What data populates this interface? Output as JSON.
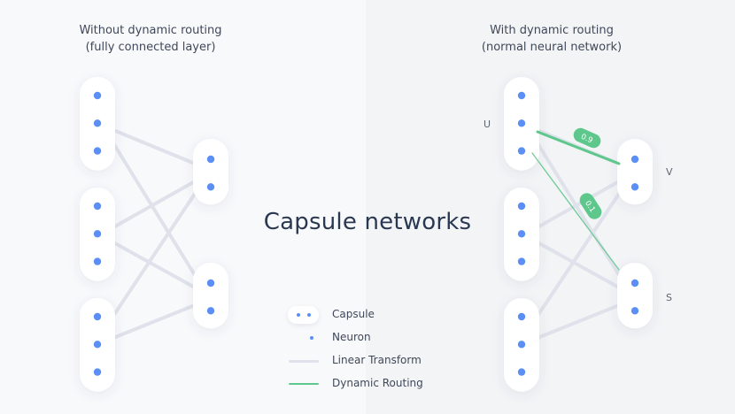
{
  "left_heading": {
    "line1": "Without dynamic routing",
    "line2": "(fully connected layer)"
  },
  "right_heading": {
    "line1": "With dynamic routing",
    "line2": "(normal neural network)"
  },
  "title": "Capsule networks",
  "node_labels": {
    "u": "U",
    "v": "V",
    "s": "S"
  },
  "routing_weights": [
    {
      "from": "U",
      "to": "V",
      "value": "0.9"
    },
    {
      "from": "U",
      "to": "S",
      "value": "0.1"
    }
  ],
  "legend": [
    {
      "symbol": "capsule",
      "label": "Capsule"
    },
    {
      "symbol": "neuron",
      "label": "Neuron"
    },
    {
      "symbol": "linear-transform-line",
      "label": "Linear Transform"
    },
    {
      "symbol": "dynamic-routing-line",
      "label": "Dynamic Routing"
    }
  ],
  "structure": {
    "input_capsules": 3,
    "neurons_per_input_capsule": 3,
    "output_capsules": 2,
    "neurons_per_output_capsule": 2
  },
  "colors": {
    "neuron": "#5b8ff5",
    "linear_transform": "#dfe2ea",
    "dynamic_routing": "#5ec78c",
    "capsule_fill": "#ffffff",
    "text": "#3f4859"
  }
}
